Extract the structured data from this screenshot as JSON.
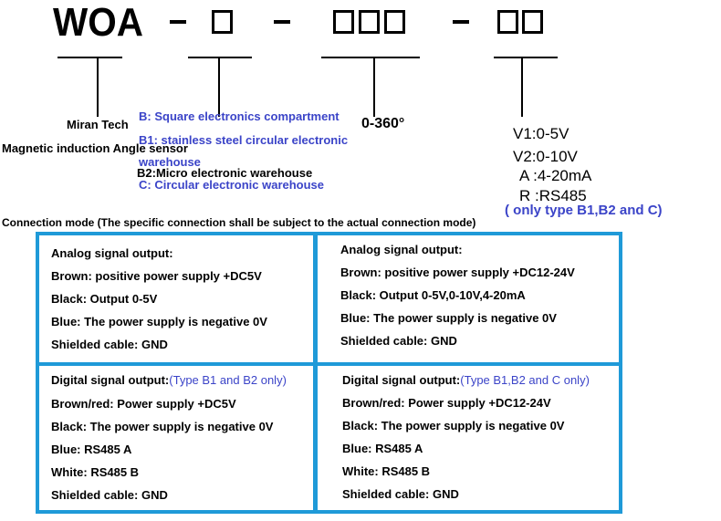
{
  "code": {
    "prefix": "WOA",
    "dash": "-"
  },
  "labels": {
    "brand": "Miran Tech",
    "product": "Magnetic induction Angle sensor",
    "b1_line1": "B1: stainless steel circular electronic",
    "b1_line2": "warehouse",
    "b_square": "B: Square electronics compartment",
    "b2": "B2:Micro electronic warehouse",
    "c_circular": "C: Circular electronic warehouse",
    "angle": "0-360°",
    "v1": "V1:0-5V",
    "v2": "V2:0-10V",
    "a": "A :4-20mA",
    "r": "R :RS485",
    "only_type": "( only type B1,B2 and C)"
  },
  "connection_title": "Connection mode (The specific connection shall be subject to the actual connection mode)",
  "cells": {
    "tl": [
      "Analog signal output:",
      "Brown: positive power supply +DC5V",
      "Black: Output 0-5V",
      "Blue: The power supply is negative 0V",
      "Shielded cable: GND"
    ],
    "tr": [
      "Analog signal output:",
      "Brown: positive power supply +DC12-24V",
      "Black: Output 0-5V,0-10V,4-20mA",
      "Blue: The power supply is negative 0V",
      "Shielded cable: GND"
    ],
    "bl_heading": "Digital signal output:",
    "bl_note": "(Type B1 and B2 only)",
    "bl": [
      "Brown/red: Power supply +DC5V",
      "Black: The power supply is negative 0V",
      "Blue: RS485 A",
      "White: RS485 B",
      "Shielded cable: GND"
    ],
    "br_heading": "Digital signal output:",
    "br_note": "(Type B1,B2 and C only)",
    "br": [
      "Brown/red: Power supply +DC12-24V",
      "Black: The power supply is negative 0V",
      "Blue: RS485 A",
      "White: RS485 B",
      "Shielded cable: GND"
    ]
  },
  "colors": {
    "accent_blue": "#3b44c8",
    "border_blue": "#1f9ad8"
  }
}
